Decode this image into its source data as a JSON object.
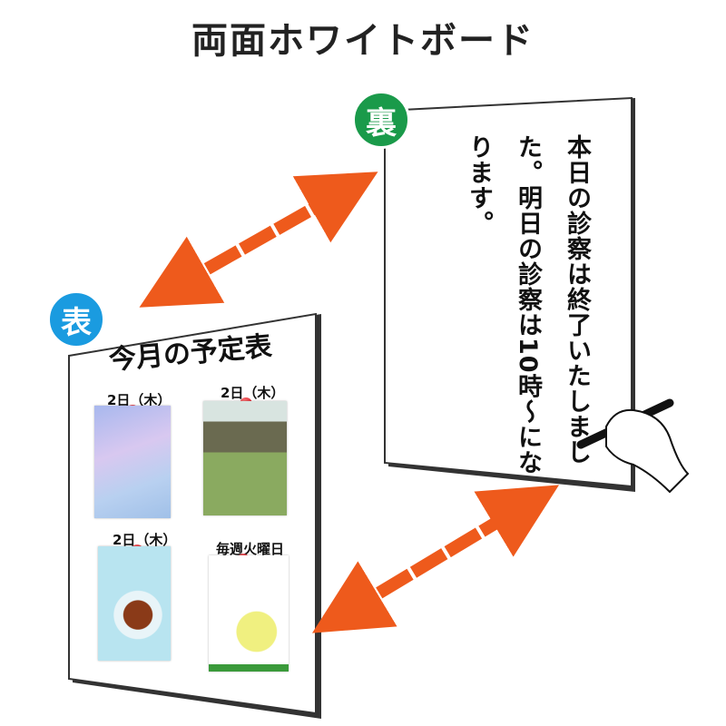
{
  "title": "両面ホワイトボード",
  "back": {
    "badge": "裏",
    "badge_color": "#1a9a4a",
    "message": "本日の診察は終了いたしました。明日の診察は10時～になります。"
  },
  "front": {
    "badge": "表",
    "badge_color": "#1a9be0",
    "heading": "今月の予定表",
    "posters": [
      {
        "label": "2日（木）"
      },
      {
        "label": "2日（木）"
      },
      {
        "label": "2日（木）"
      },
      {
        "label": "毎週火曜日"
      }
    ]
  },
  "arrow_color": "#ee5a1c"
}
